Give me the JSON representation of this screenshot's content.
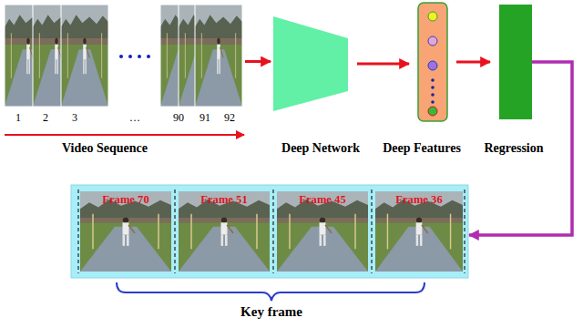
{
  "diagram": {
    "nodes": [
      {
        "text": [
          "Video Sequence"
        ]
      },
      {
        "text": [
          "Deep Network"
        ]
      },
      {
        "text": [
          "Deep Features"
        ]
      },
      {
        "text": [
          "Regression"
        ]
      },
      {
        "text": [
          "Key frame"
        ]
      },
      {
        "text": [
          "Frame 70"
        ],
        "in": 4
      },
      {
        "text": [
          "Frame 51"
        ],
        "in": 4
      },
      {
        "text": [
          "Frame 45"
        ],
        "in": 4
      },
      {
        "text": [
          "Frame 36"
        ],
        "in": 4
      }
    ],
    "edges": [
      {
        "from": 0,
        "to": 1,
        "arrow": "to"
      },
      {
        "from": 1,
        "to": 2,
        "arrow": "to"
      },
      {
        "from": 2,
        "to": 3,
        "arrow": "to"
      },
      {
        "from": 3,
        "to": 4,
        "arrow": "to"
      }
    ],
    "labels": [
      "1",
      "2",
      "3",
      "…",
      "90",
      "91",
      "92"
    ]
  }
}
